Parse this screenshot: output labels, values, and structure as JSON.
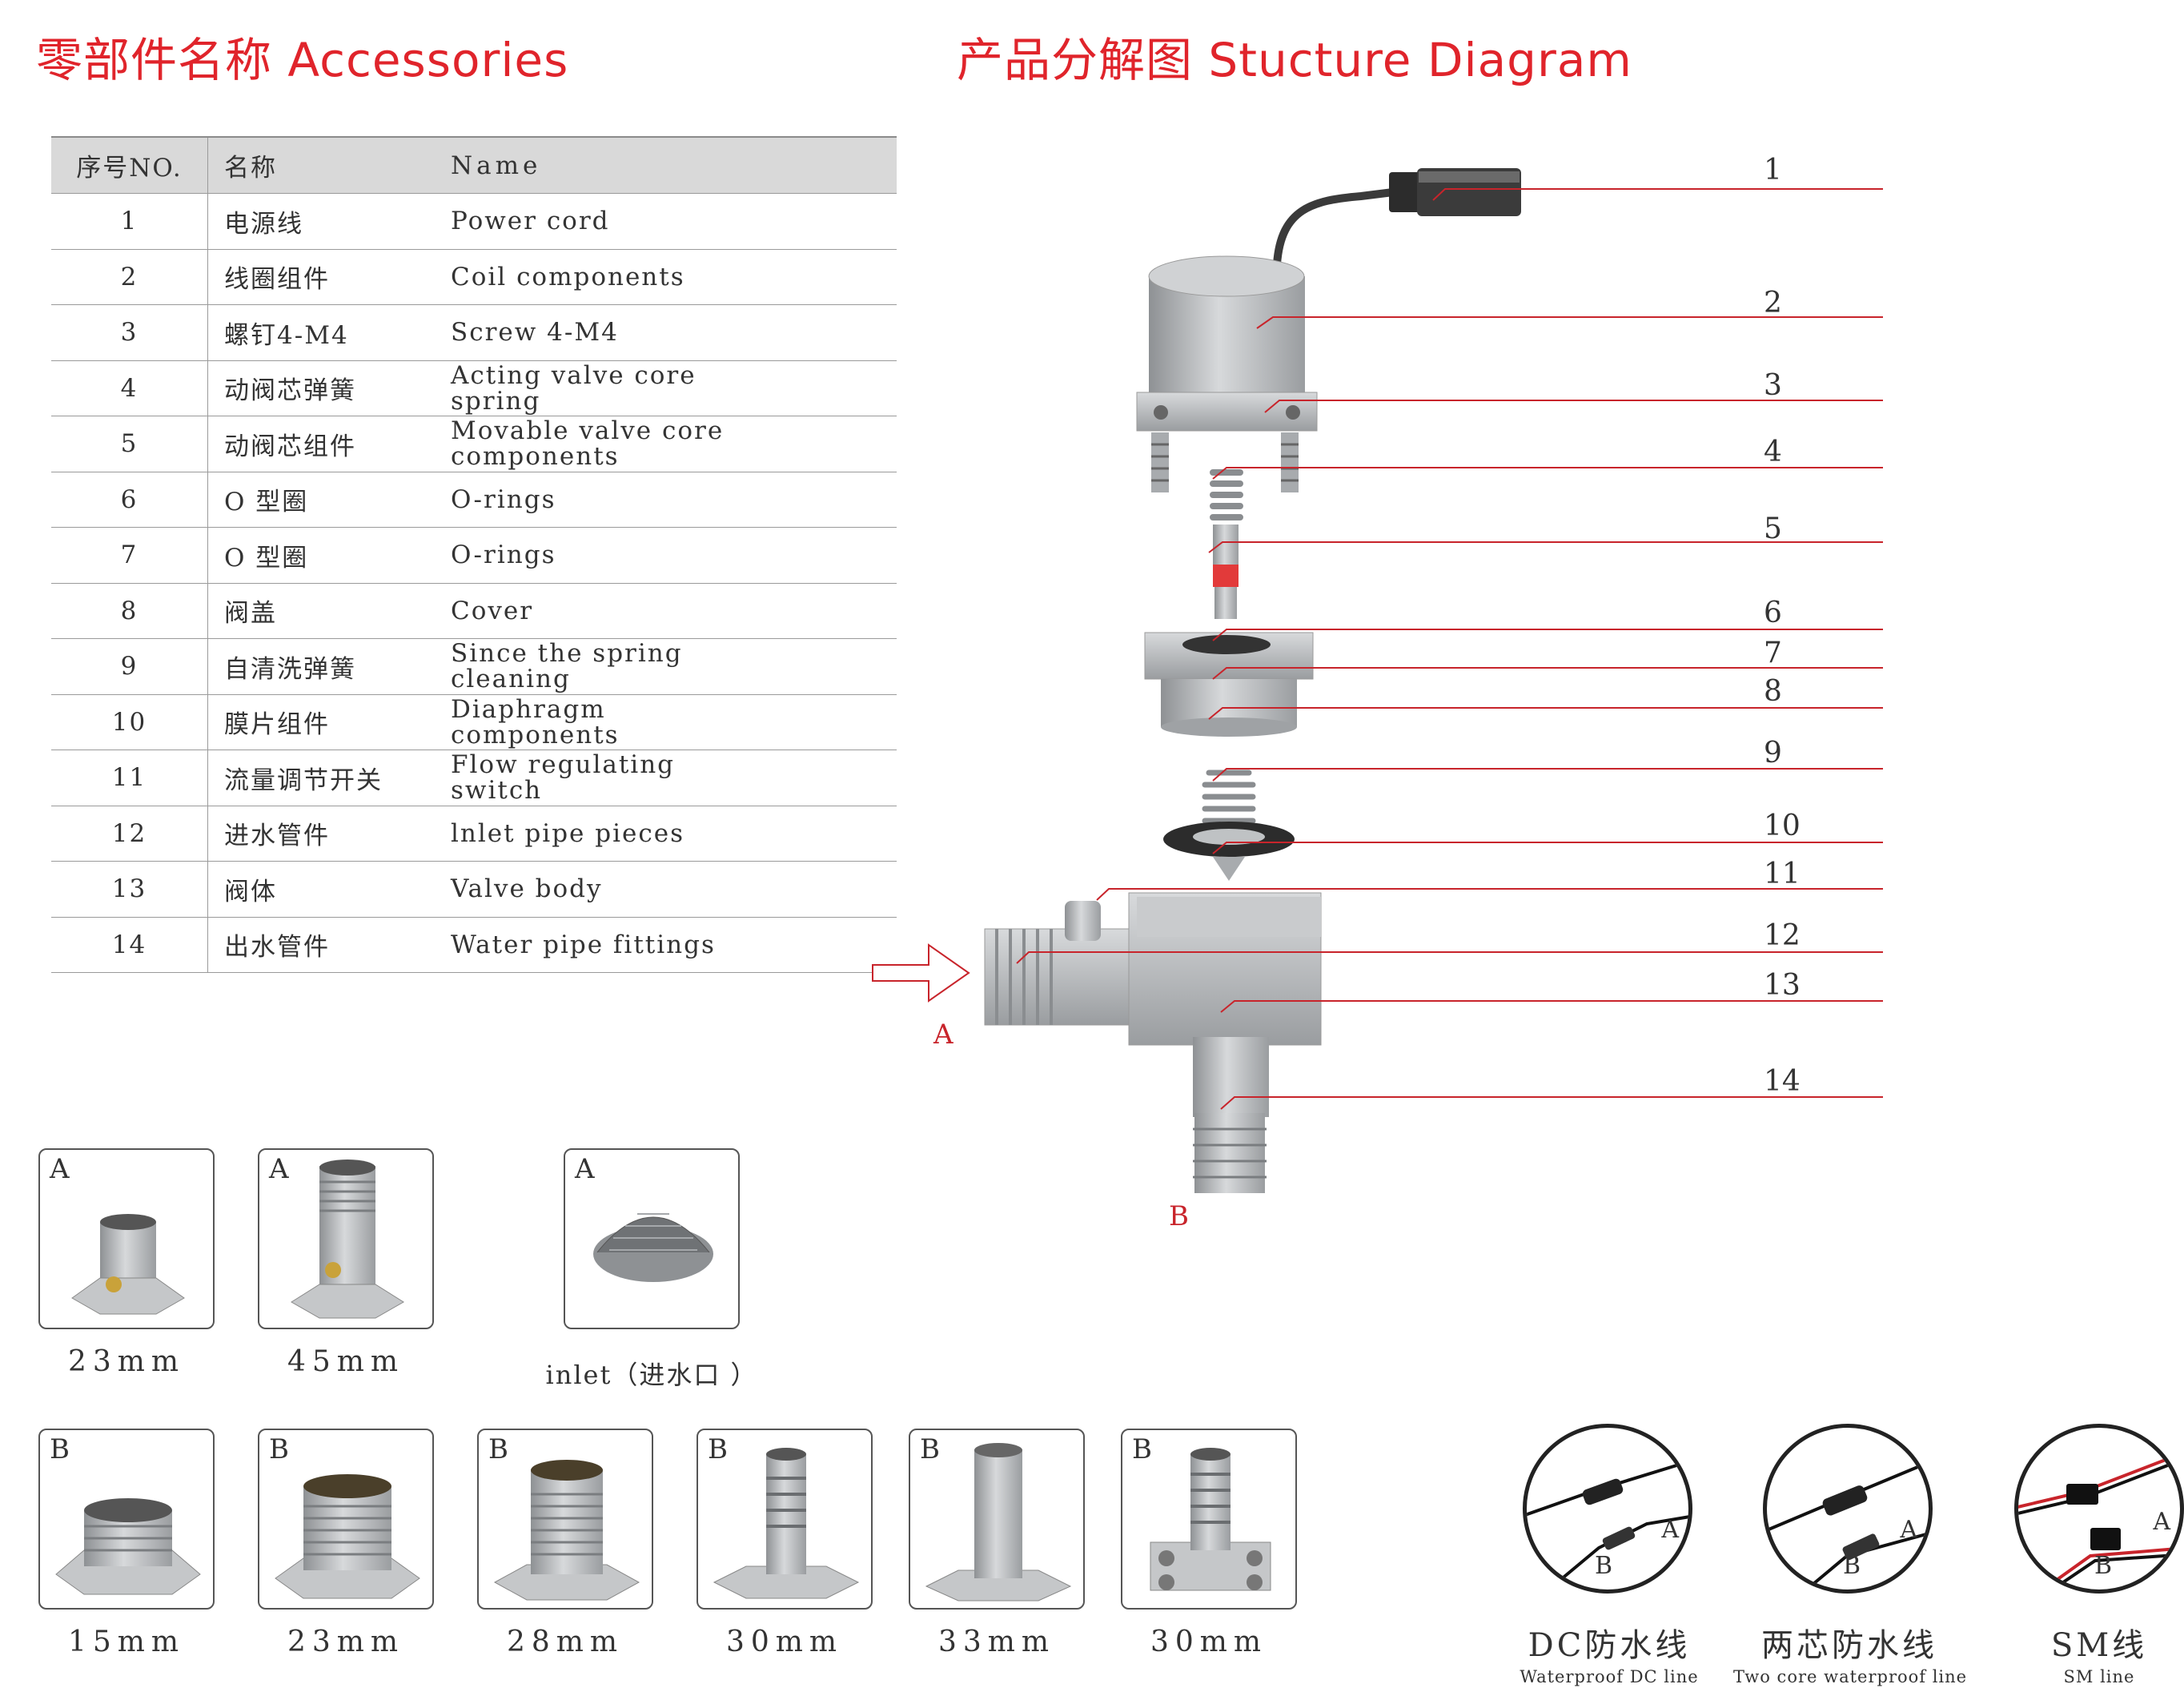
{
  "headings": {
    "accessories": "零部件名称 Accessories",
    "structure": "产品分解图 Stucture Diagram"
  },
  "table": {
    "header": {
      "no": "序号NO.",
      "cn": "名称",
      "en": "Name"
    },
    "rows": [
      {
        "no": "1",
        "cn": "电源线",
        "en": "Power cord"
      },
      {
        "no": "2",
        "cn": "线圈组件",
        "en": "Coil components"
      },
      {
        "no": "3",
        "cn": "螺钉4-M4",
        "en": "Screw 4-M4"
      },
      {
        "no": "4",
        "cn": "动阀芯弹簧",
        "en": "Acting valve core spring"
      },
      {
        "no": "5",
        "cn": "动阀芯组件",
        "en": "Movable valve core components"
      },
      {
        "no": "6",
        "cn": "O 型圈",
        "en": "O-rings"
      },
      {
        "no": "7",
        "cn": "O 型圈",
        "en": "O-rings"
      },
      {
        "no": "8",
        "cn": "阀盖",
        "en": "Cover"
      },
      {
        "no": "9",
        "cn": "自清洗弹簧",
        "en": "Since the spring cleaning"
      },
      {
        "no": "10",
        "cn": "膜片组件",
        "en": "Diaphragm components"
      },
      {
        "no": "11",
        "cn": "流量调节开关",
        "en": "Flow regulating switch"
      },
      {
        "no": "12",
        "cn": "进水管件",
        "en": "lnlet pipe pieces"
      },
      {
        "no": "13",
        "cn": "阀体",
        "en": "Valve body"
      },
      {
        "no": "14",
        "cn": "出水管件",
        "en": "Water pipe fittings"
      }
    ]
  },
  "diagram": {
    "callouts": [
      "1",
      "2",
      "3",
      "4",
      "5",
      "6",
      "7",
      "8",
      "9",
      "10",
      "11",
      "12",
      "13",
      "14"
    ],
    "inlet_label": "A",
    "outlet_label": "B",
    "colors": {
      "leader": "#c8242b",
      "metal": "#b9bcbf"
    }
  },
  "inlet_fittings": [
    {
      "tag": "A",
      "caption": "23mm"
    },
    {
      "tag": "A",
      "caption": "45mm"
    },
    {
      "tag": "A",
      "caption": "inlet（进水口 ）"
    }
  ],
  "outlet_fittings": [
    {
      "tag": "B",
      "caption": "15mm"
    },
    {
      "tag": "B",
      "caption": "23mm"
    },
    {
      "tag": "B",
      "caption": "28mm"
    },
    {
      "tag": "B",
      "caption": "30mm"
    },
    {
      "tag": "B",
      "caption": "33mm"
    },
    {
      "tag": "B",
      "caption": "30mm"
    }
  ],
  "cables": [
    {
      "a": "A",
      "b": "B",
      "title": "DC防水线",
      "subtitle": "Waterproof  DC line"
    },
    {
      "a": "A",
      "b": "B",
      "title": "两芯防水线",
      "subtitle": "Two core waterproof line"
    },
    {
      "a": "A",
      "b": "B",
      "title": "SM线",
      "subtitle": "SM line"
    }
  ]
}
